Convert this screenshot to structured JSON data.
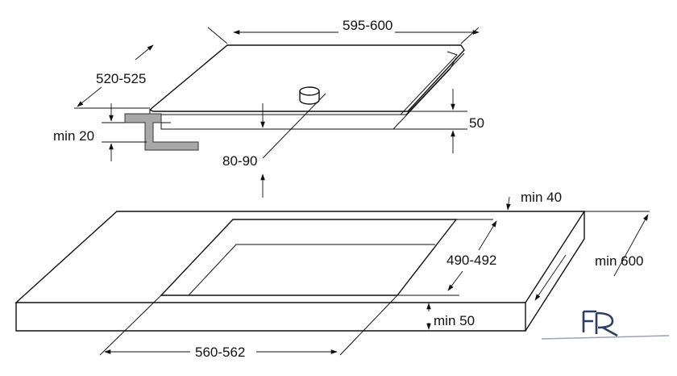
{
  "hob_dims": {
    "width": "595-600",
    "depth": "520-525",
    "min_gap": "min 20",
    "clearance": "80-90",
    "height": "50"
  },
  "cutout_dims": {
    "rear_margin": "min 40",
    "cut_depth": "490-492",
    "worktop_depth": "min 600",
    "front_margin": "min 50",
    "cut_width": "560-562"
  },
  "logo": {
    "text": "FR",
    "color": "#2c3e66"
  }
}
